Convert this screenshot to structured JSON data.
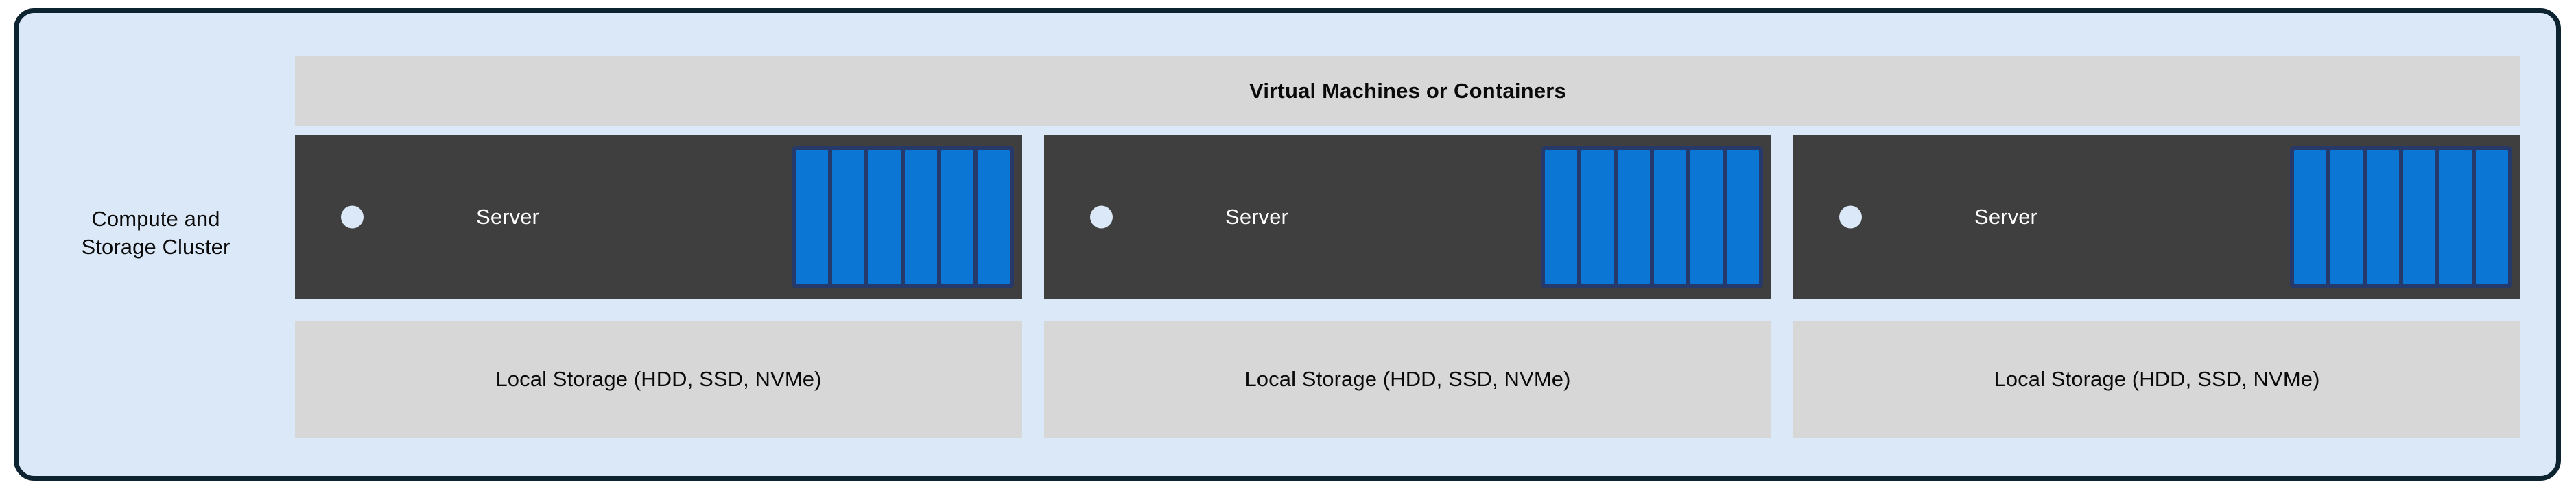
{
  "diagram": {
    "title": "Compute and Storage Cluster",
    "cluster_label": "Compute and\nStorage Cluster",
    "vm_band_label": "Virtual Machines or Containers",
    "colors": {
      "outer_border": "#0d2430",
      "cluster_background": "#dbe8f7",
      "band_background": "#d7d7d7",
      "server_chassis": "#3f3f3f",
      "vm_block": "#0b76d4",
      "vm_block_border": "#25396b",
      "led": "#dbe8f7",
      "text_dark": "#0a0a0a",
      "text_light": "#ffffff"
    },
    "nodes": [
      {
        "server_label": "Server",
        "storage_label": "Local Storage (HDD, SSD, NVMe)",
        "vm_count": 6,
        "led": "status-led"
      },
      {
        "server_label": "Server",
        "storage_label": "Local Storage (HDD, SSD, NVMe)",
        "vm_count": 6,
        "led": "status-led"
      },
      {
        "server_label": "Server",
        "storage_label": "Local Storage (HDD, SSD, NVMe)",
        "vm_count": 6,
        "led": "status-led"
      }
    ]
  }
}
